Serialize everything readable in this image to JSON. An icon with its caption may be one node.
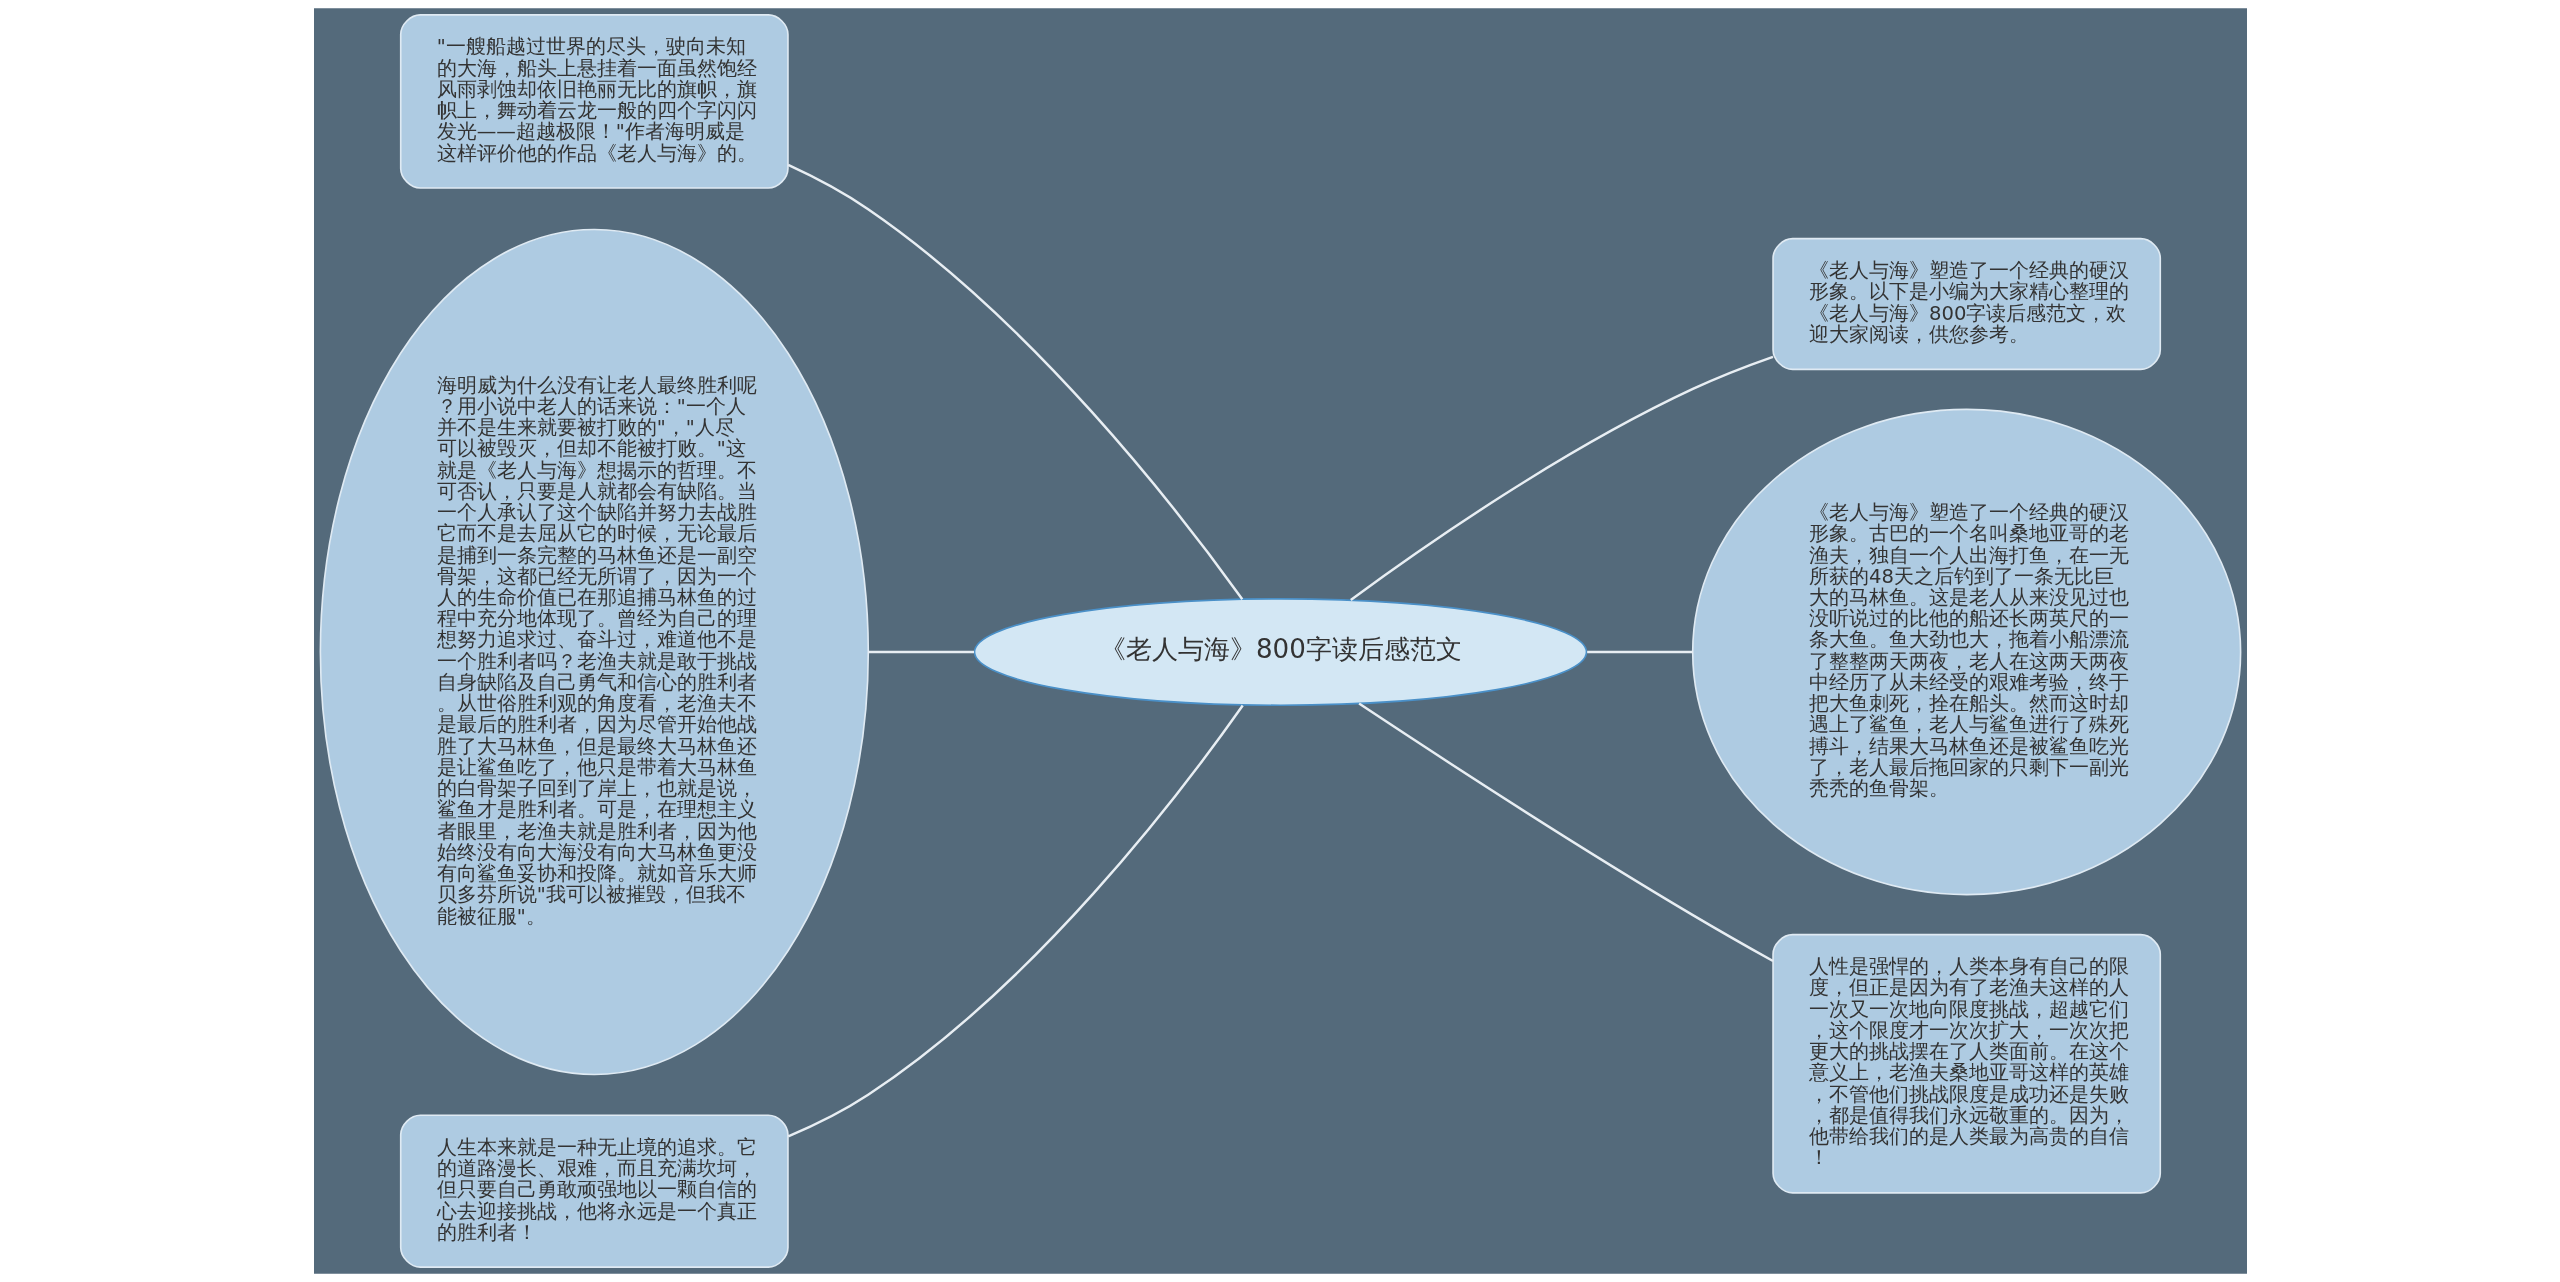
{
  "diagram": {
    "nodes": [
      {
        "text": [
          "《老人与海》800字读后感范文"
        ]
      },
      {
        "text": [
          "\"一艘船越过世界的尽头，驶向未知的大海，船头上悬挂着一面虽然饱经风雨剥蚀却依旧艳丽无比的旗帜，旗帜上，舞动着云龙一般的四个字闪闪发光——超越极限！\"作者海明威是这样评价他的作品《老人与海》的。"
        ]
      },
      {
        "text": [
          "海明威为什么没有让老人最终胜利呢？用小说中老人的话来说：\"一个人并不是生来就要被打败的\"，\"人尽可以被毁灭，但却不能被打败。\"这就是《老人与海》想揭示的哲理。不可否认，只要是人就都会有缺陷。当一个人承认了这个缺陷并努力去战胜它而不是去屈从它的时候，无论最后是捕到一条完整的马林鱼还是一副空骨架，这都已经无所谓了，因为一个人的生命价值已在那追捕马林鱼的过程中充分地体现了。曾经为自己的理想努力追求过、奋斗过，难道他不是一个胜利者吗？老渔夫就是敢于挑战自身缺陷及自己勇气和信心的胜利者。从世俗胜利观的角度看，老渔夫不是最后的胜利者，因为尽管开始他战胜了大马林鱼，但是最终大马林鱼还是让鲨鱼吃了，他只是带着大马林鱼的白骨架子回到了岸上，也就是说，鲨鱼才是胜利者。可是，在理想主义者眼里，老渔夫就是胜利者，因为他始终没有向大海没有向大马林鱼更没有向鲨鱼妥协和投降。就如音乐大师贝多芬所说\"我可以被摧毁，但我不能被征服\"。"
        ]
      },
      {
        "text": [
          "人生本来就是一种无止境的追求。它的道路漫长、艰难，而且充满坎坷，但只要自己勇敢顽强地以一颗自信的心去迎接挑战，他将永远是一个真正的胜利者！"
        ]
      },
      {
        "text": [
          "《老人与海》塑造了一个经典的硬汉形象。以下是小编为大家精心整理的《老人与海》800字读后感范文，欢迎大家阅读，供您参考。"
        ]
      },
      {
        "text": [
          "《老人与海》塑造了一个经典的硬汉形象。古巴的一个名叫桑地亚哥的老渔夫，独自一个人出海打鱼，在一无所获的48天之后钓到了一条无比巨大的马林鱼。这是老人从来没见过也没听说过的比他的船还长两英尺的一条大鱼。鱼大劲也大，拖着小船漂流了整整两天两夜，老人在这两天两夜中经历了从未经受的艰难考验，终于把大鱼刺死，拴在船头。然而这时却遇上了鲨鱼，老人与鲨鱼进行了殊死搏斗，结果大马林鱼还是被鲨鱼吃光了，老人最后拖回家的只剩下一副光秃秃的鱼骨架。"
        ]
      },
      {
        "text": [
          "人性是强悍的，人类本身有自己的限度，但正是因为有了老渔夫这样的人一次又一次地向限度挑战，超越它们，这个限度才一次次扩大，一次次把更大的挑战摆在了人类面前。在这个意义上，老渔夫桑地亚哥这样的英雄，不管他们挑战限度是成功还是失败，都是值得我们永远敬重的。因为，他带给我们的是人类最为高贵的自信！"
        ]
      }
    ],
    "edges": [
      {
        "from": 0,
        "to": 1,
        "arrow": "none"
      },
      {
        "from": 0,
        "to": 2,
        "arrow": "none"
      },
      {
        "from": 0,
        "to": 3,
        "arrow": "none"
      },
      {
        "from": 0,
        "to": 4,
        "arrow": "none"
      },
      {
        "from": 0,
        "to": 5,
        "arrow": "none"
      },
      {
        "from": 0,
        "to": 6,
        "arrow": "none"
      }
    ]
  }
}
